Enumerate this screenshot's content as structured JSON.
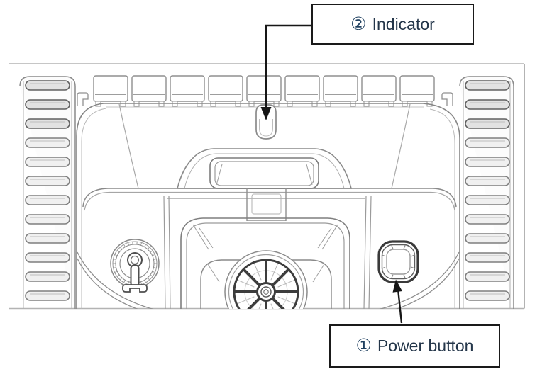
{
  "callouts": {
    "indicator": {
      "number": "②",
      "label": "Indicator"
    },
    "power_button": {
      "number": "①",
      "label": "Power button"
    }
  },
  "colors": {
    "background": "#ffffff",
    "annotation_line": "#161616",
    "callout_border": "#1a1a1a",
    "callout_number_text": "#1f4060",
    "callout_label_text": "#24364a",
    "drawing_line_light": "#8f8f8f",
    "drawing_line_medium": "#7a7a7a",
    "drawing_line_dark": "#3d3d3d",
    "frame_line": "#b3b3b3"
  }
}
